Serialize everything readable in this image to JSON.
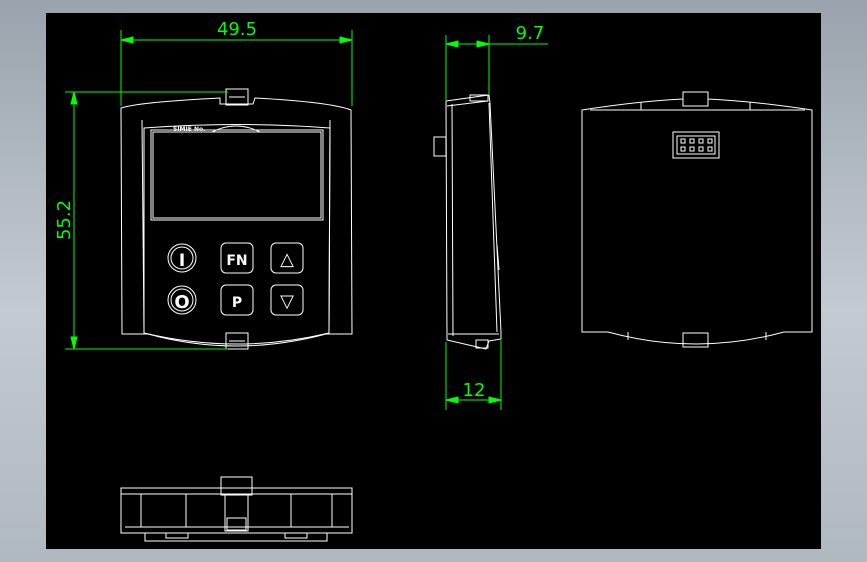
{
  "colors": {
    "outline": "#ffffff",
    "dimension": "#00ff00",
    "background": "#000000"
  },
  "dimensions": {
    "front_width": "49.5",
    "front_height": "55.2",
    "side_top_depth": "9.7",
    "side_bottom_depth": "12"
  },
  "panel": {
    "label": "SIMIE No.",
    "buttons": {
      "on": "I",
      "fn": "FN",
      "up": "△",
      "off": "O",
      "p": "P",
      "down": "▽"
    }
  }
}
